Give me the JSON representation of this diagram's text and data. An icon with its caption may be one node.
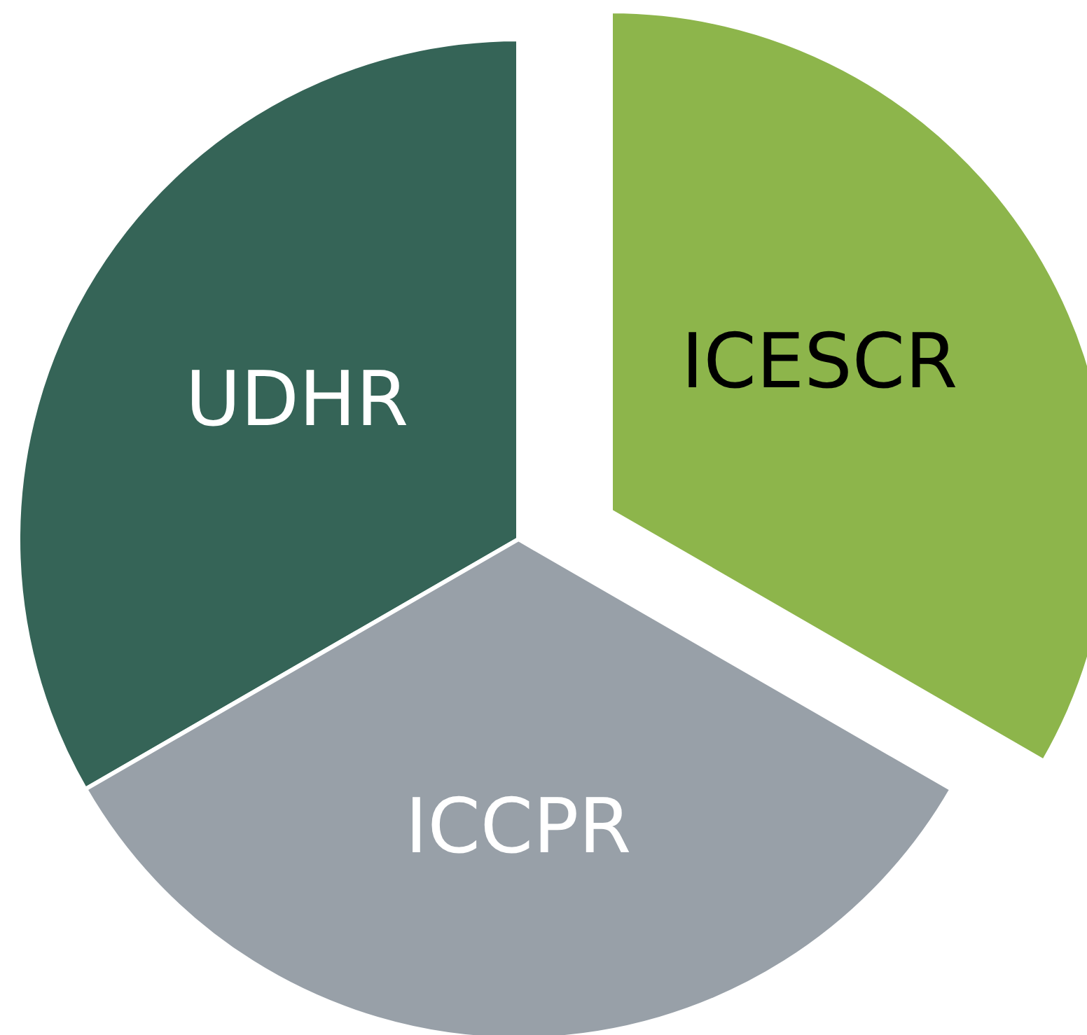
{
  "diagram": {
    "nodes": [
      {
        "text": [
          "UDHR"
        ]
      },
      {
        "text": [
          "ICESCR"
        ]
      },
      {
        "text": [
          "ICCPR"
        ]
      }
    ]
  }
}
